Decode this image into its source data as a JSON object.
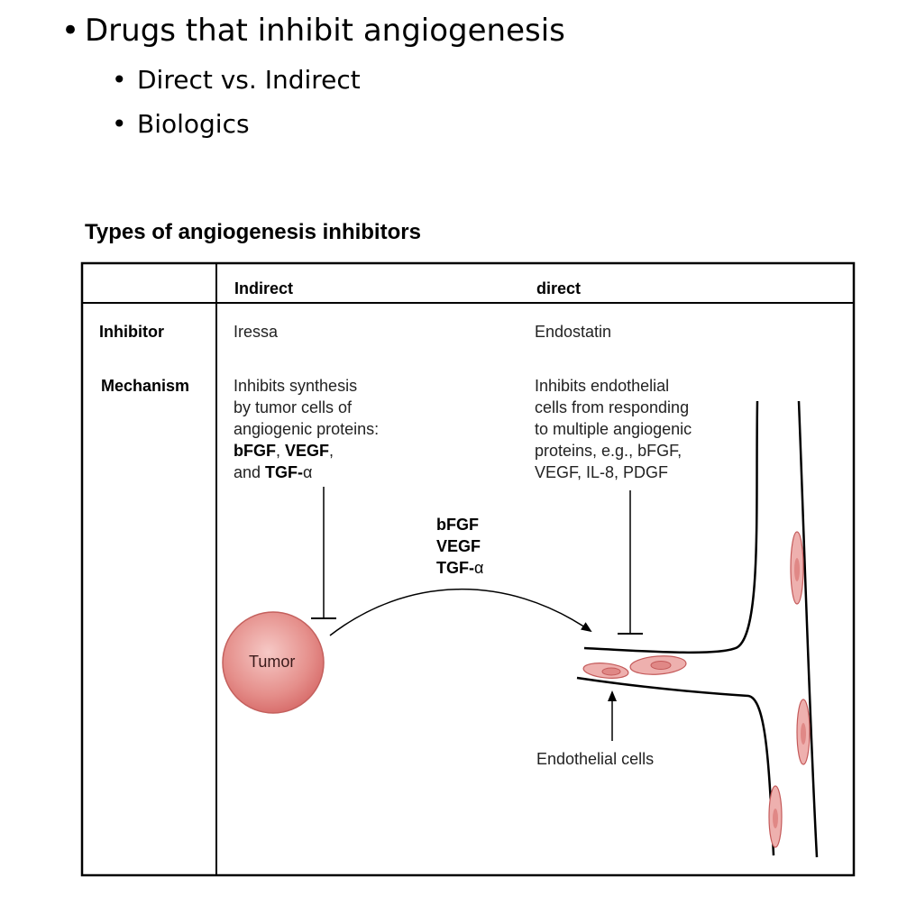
{
  "bullets": {
    "main": "Drugs that inhibit angiogenesis",
    "sub": [
      "Direct vs. Indirect",
      "Biologics"
    ]
  },
  "figure": {
    "title": "Types of angiogenesis inhibitors",
    "columns": {
      "indirect": "Indirect",
      "direct": "direct"
    },
    "rows": {
      "inhibitor": "Inhibitor",
      "mechanism": "Mechanism"
    },
    "indirect_inhibitor": "Iressa",
    "direct_inhibitor": "Endostatin",
    "indirect_mechanism": {
      "line1": "Inhibits synthesis",
      "line2": "by tumor cells of",
      "line3": "angiogenic proteins:",
      "line4_bold1": "bFGF",
      "line4_sep": ", ",
      "line4_bold2": "VEGF",
      "line4_end": ",",
      "line5_pre": "and ",
      "line5_bold": "TGF-",
      "line5_alpha": "α"
    },
    "direct_mechanism": {
      "line1": "Inhibits endothelial",
      "line2": "cells from responding",
      "line3": "to multiple angiogenic",
      "line4": "proteins, e.g., bFGF,",
      "line5": "VEGF, IL-8, PDGF"
    },
    "factors": {
      "f1": "bFGF",
      "f2": "VEGF",
      "f3_bold": "TGF-",
      "f3_alpha": "α"
    },
    "tumor_label": "Tumor",
    "endothelial_label": "Endothelial cells",
    "colors": {
      "cell_fill": "#e8a0a0",
      "cell_stroke": "#c45a5a",
      "tumor_dark": "#d9706e"
    }
  }
}
